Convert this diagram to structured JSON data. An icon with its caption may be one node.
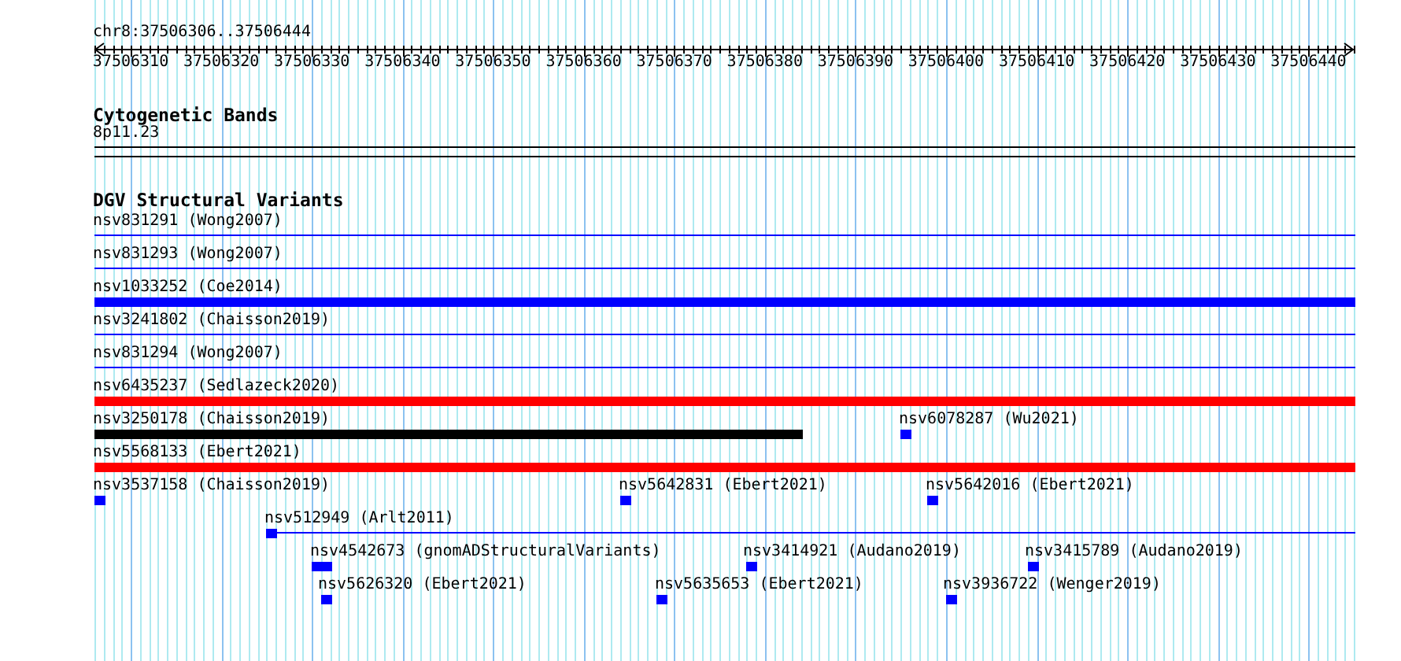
{
  "diagram": {
    "nodes": [
      {
        "text": [
          "8p11.23"
        ]
      },
      {
        "text": [
          "nsv831291 (Wong2007)"
        ]
      },
      {
        "text": [
          "nsv831293 (Wong2007)"
        ]
      },
      {
        "text": [
          "nsv1033252 (Coe2014)"
        ]
      },
      {
        "text": [
          "nsv3241802 (Chaisson2019)"
        ]
      },
      {
        "text": [
          "nsv831294 (Wong2007)"
        ]
      },
      {
        "text": [
          "nsv6435237 (Sedlazeck2020)"
        ]
      },
      {
        "text": [
          "nsv3250178 (Chaisson2019)"
        ]
      },
      {
        "text": [
          "nsv6078287 (Wu2021)"
        ]
      },
      {
        "text": [
          "nsv5568133 (Ebert2021)"
        ]
      },
      {
        "text": [
          "nsv3537158 (Chaisson2019)"
        ]
      },
      {
        "text": [
          "nsv5642831 (Ebert2021)"
        ]
      },
      {
        "text": [
          "nsv5642016 (Ebert2021)"
        ]
      },
      {
        "text": [
          "nsv512949 (Arlt2011)"
        ]
      },
      {
        "text": [
          "nsv4542673 (gnomADStructuralVariants)"
        ]
      },
      {
        "text": [
          "nsv3414921 (Audano2019)"
        ]
      },
      {
        "text": [
          "nsv3415789 (Audano2019)"
        ]
      },
      {
        "text": [
          "nsv5626320 (Ebert2021)"
        ]
      },
      {
        "text": [
          "nsv5635653 (Ebert2021)"
        ]
      },
      {
        "text": [
          "nsv3936722 (Wenger2019)"
        ]
      }
    ],
    "labels": [
      "chr8:37506306..37506444",
      "37506310",
      "37506320",
      "37506330",
      "37506340",
      "37506350",
      "37506360",
      "37506370",
      "37506380",
      "37506390",
      "37506400",
      "37506410",
      "37506420",
      "37506430",
      "37506440",
      "Cytogenetic Bands",
      "DGV Structural Variants"
    ]
  }
}
